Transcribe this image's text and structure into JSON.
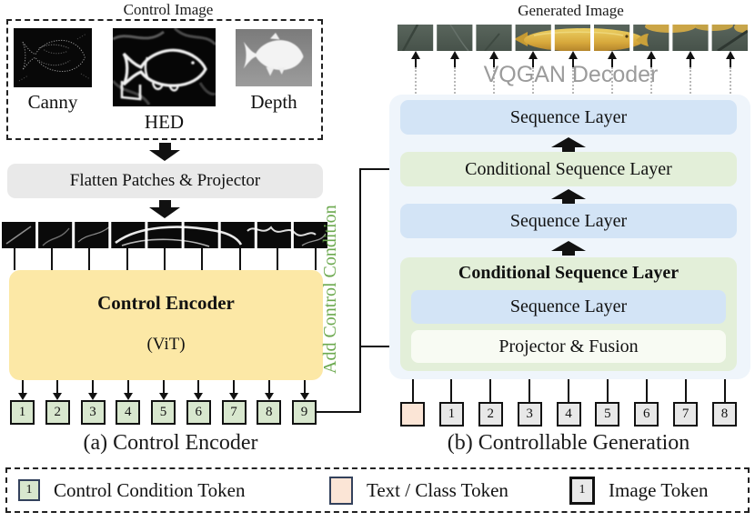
{
  "panel_a": {
    "title": "Control Image",
    "images": [
      {
        "label": "Canny"
      },
      {
        "label": "HED"
      },
      {
        "label": "Depth"
      }
    ],
    "flatten_label": "Flatten Patches & Projector",
    "encoder_title": "Control Encoder",
    "encoder_subtitle": "(ViT)",
    "patch_count": 9,
    "tokens": [
      "1",
      "2",
      "3",
      "4",
      "5",
      "6",
      "7",
      "8",
      "9"
    ],
    "caption": "(a) Control Encoder"
  },
  "connector": {
    "label": "Add Control Condition",
    "color": "#6ca94f"
  },
  "panel_b": {
    "title": "Generated Image",
    "vqgan_label": "VQGAN Decoder",
    "patch_count": 9,
    "layers": {
      "sequence": "Sequence Layer",
      "conditional": "Conditional Sequence Layer",
      "inner_title": "Conditional Sequence Layer",
      "inner_sequence": "Sequence Layer",
      "projector_fusion": "Projector & Fusion"
    },
    "text_token_label": "",
    "image_tokens": [
      "1",
      "2",
      "3",
      "4",
      "5",
      "6",
      "7",
      "8"
    ],
    "caption": "(b) Controllable Generation"
  },
  "legend": {
    "items": [
      {
        "type": "control",
        "swatch_number": "1",
        "label": "Control Condition Token"
      },
      {
        "type": "text",
        "swatch_number": "",
        "label": "Text / Class Token"
      },
      {
        "type": "image",
        "swatch_number": "1",
        "label": "Image Token"
      }
    ]
  },
  "colors": {
    "encoder_yellow": "#fce8a6",
    "layer_blue": "#d3e4f6",
    "layer_green": "#e3efd9",
    "container_blue": "#eff5fb",
    "token_green": "#d8e7ce",
    "token_peach": "#fbe5d6",
    "token_gray": "#e8e8e8",
    "accent_green": "#6ca94f",
    "vqgan_gray": "#9b9b9b"
  }
}
